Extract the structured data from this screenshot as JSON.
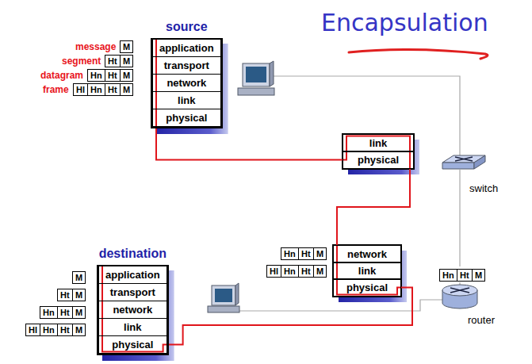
{
  "diagram": {
    "title": "Encapsulation",
    "nodes": [
      {
        "text": [
          "source"
        ]
      },
      {
        "text": [
          "application"
        ],
        "in": 0
      },
      {
        "text": [
          "transport"
        ],
        "in": 0
      },
      {
        "text": [
          "network"
        ],
        "in": 0
      },
      {
        "text": [
          "link"
        ],
        "in": 0
      },
      {
        "text": [
          "physical"
        ],
        "in": 0
      },
      {
        "text": [
          "M"
        ]
      },
      {
        "text": [
          "Ht"
        ]
      },
      {
        "text": [
          "M"
        ]
      },
      {
        "text": [
          "Hn"
        ]
      },
      {
        "text": [
          "Ht"
        ]
      },
      {
        "text": [
          "M"
        ]
      },
      {
        "text": [
          "Hl"
        ]
      },
      {
        "text": [
          "Hn"
        ]
      },
      {
        "text": [
          "Ht"
        ]
      },
      {
        "text": [
          "M"
        ]
      },
      {
        "text": [
          "link"
        ]
      },
      {
        "text": [
          "physical"
        ]
      },
      {
        "text": [
          "Hn"
        ]
      },
      {
        "text": [
          "Ht"
        ]
      },
      {
        "text": [
          "M"
        ]
      },
      {
        "text": [
          "Hl"
        ]
      },
      {
        "text": [
          "Hn"
        ]
      },
      {
        "text": [
          "Ht"
        ]
      },
      {
        "text": [
          "M"
        ]
      },
      {
        "text": [
          "network"
        ]
      },
      {
        "text": [
          "link"
        ]
      },
      {
        "text": [
          "physical"
        ]
      },
      {
        "text": [
          "Hn"
        ]
      },
      {
        "text": [
          "Ht"
        ]
      },
      {
        "text": [
          "M"
        ]
      },
      {
        "text": [
          "destination"
        ]
      },
      {
        "text": [
          "application"
        ],
        "in": 31
      },
      {
        "text": [
          "transport"
        ],
        "in": 31
      },
      {
        "text": [
          "network"
        ],
        "in": 31
      },
      {
        "text": [
          "link"
        ],
        "in": 31
      },
      {
        "text": [
          "physical"
        ],
        "in": 31
      },
      {
        "text": [
          "M"
        ]
      },
      {
        "text": [
          "Ht"
        ]
      },
      {
        "text": [
          "M"
        ]
      },
      {
        "text": [
          "Hn"
        ]
      },
      {
        "text": [
          "Ht"
        ]
      },
      {
        "text": [
          "M"
        ]
      },
      {
        "text": [
          "Hl"
        ]
      },
      {
        "text": [
          "Hn"
        ]
      },
      {
        "text": [
          "Ht"
        ]
      },
      {
        "text": [
          "M"
        ]
      }
    ],
    "edges": [
      {
        "from": 5,
        "to": 17,
        "arrow": "none"
      },
      {
        "from": 17,
        "to": 25,
        "arrow": "none"
      },
      {
        "from": 27,
        "to": 36,
        "arrow": "none"
      }
    ],
    "labels": [
      "message",
      "segment",
      "datagram",
      "frame",
      "switch",
      "router"
    ]
  }
}
